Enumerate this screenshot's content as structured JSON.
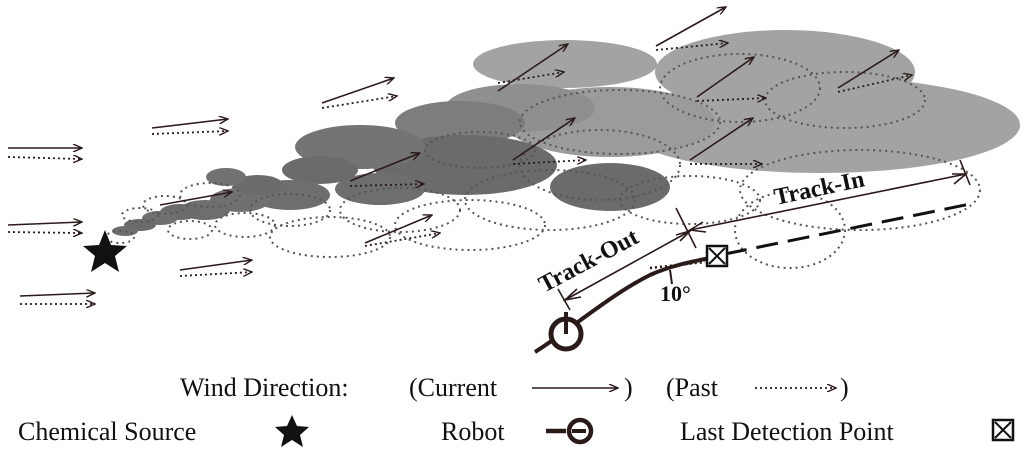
{
  "labels": {
    "track_out": "Track-Out",
    "track_in": "Track-In",
    "angle": "10°"
  },
  "legend": {
    "wind_direction": "Wind Direction:",
    "current_open": "(Current",
    "current_close": ")",
    "past_open": "(Past",
    "past_close": ")",
    "chemical_source": "Chemical Source",
    "robot": "Robot",
    "last_detection_point": "Last Detection Point"
  },
  "colors": {
    "plume_dark": "#6b6b6b",
    "plume_mid": "#8a8a8a",
    "plume_light": "#a3a3a3",
    "ink": "#2b1a1a",
    "dotted": "#555555"
  },
  "icons": [
    "chemical-source-star-icon",
    "robot-icon",
    "last-detection-point-icon",
    "current-wind-arrow-icon",
    "past-wind-arrow-icon"
  ]
}
